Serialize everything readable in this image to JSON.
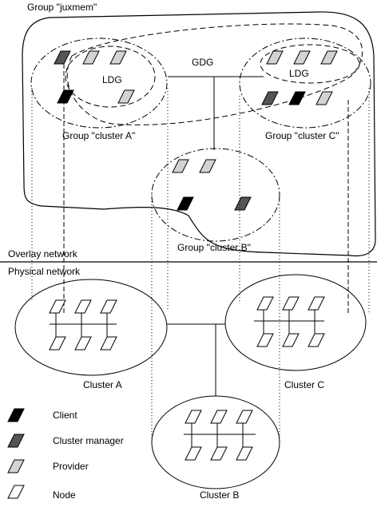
{
  "labels": {
    "juxmem_group": "Group \"juxmem\"",
    "gdg": "GDG",
    "ldg_a": "LDG",
    "ldg_c": "LDG",
    "group_cluster_a": "Group \"cluster A\"",
    "group_cluster_b": "Group \"cluster B\"",
    "group_cluster_c": "Group \"cluster C\"",
    "overlay_network": "Overlay network",
    "physical_network": "Physical network",
    "cluster_a": "Cluster A",
    "cluster_b": "Cluster B",
    "cluster_c": "Cluster C"
  },
  "legend": [
    {
      "key": "client",
      "label": "Client",
      "color": "#000000"
    },
    {
      "key": "cluster-manager",
      "label": "Cluster manager",
      "color": "#555555"
    },
    {
      "key": "provider",
      "label": "Provider",
      "color": "#d3d3d3"
    },
    {
      "key": "node",
      "label": "Node",
      "color": "#ffffff"
    }
  ],
  "colors": {
    "client": "#000000",
    "manager": "#555555",
    "provider": "#d3d3d3",
    "node": "#ffffff"
  }
}
